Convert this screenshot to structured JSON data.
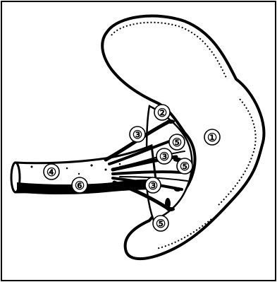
{
  "figure": {
    "labels": {
      "l1": "①",
      "l2": "②",
      "l3a": "③",
      "l3b": "③",
      "l3c": "③",
      "l4": "④",
      "l5a": "⑤",
      "l5b": "⑤",
      "l5c": "⑤",
      "l6": "⑥"
    }
  }
}
